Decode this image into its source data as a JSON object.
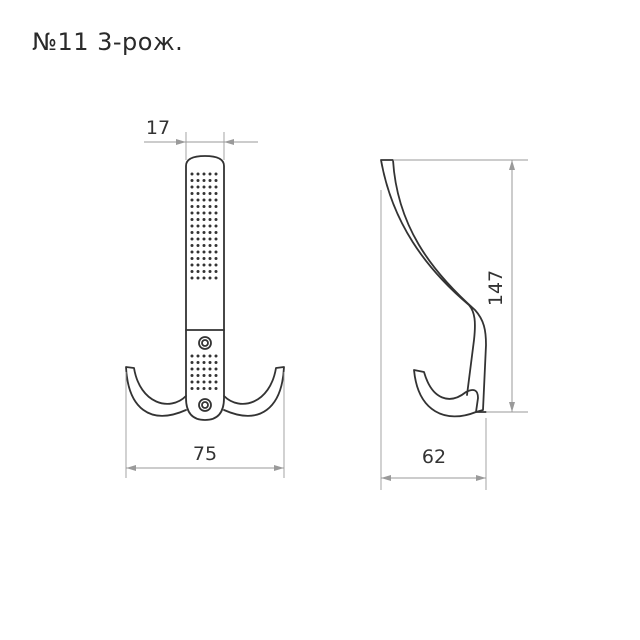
{
  "title": "№11 3-рож.",
  "dimensions": {
    "plate_width": "17",
    "total_width": "75",
    "depth": "62",
    "height": "147"
  },
  "colors": {
    "outline": "#333333",
    "dimension": "#9a9a9a",
    "background": "#ffffff"
  }
}
